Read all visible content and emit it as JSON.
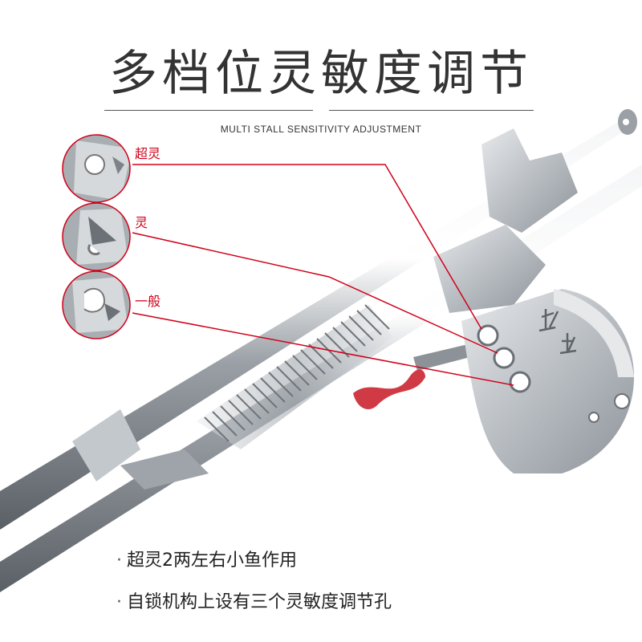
{
  "title": "多档位灵敏度调节",
  "subtitle": "MULTI STALL SENSITIVITY ADJUSTMENT",
  "callouts": [
    {
      "label": "超灵"
    },
    {
      "label": "灵"
    },
    {
      "label": "一般"
    }
  ],
  "bullets": [
    {
      "marker": "·",
      "text": "超灵2两左右小鱼作用"
    },
    {
      "marker": "·",
      "text": "自锁机构上设有三个灵敏度调节孔"
    }
  ],
  "colors": {
    "callout_red": "#d0021b",
    "title_text": "#333333",
    "metal": "#c8ccd0"
  }
}
